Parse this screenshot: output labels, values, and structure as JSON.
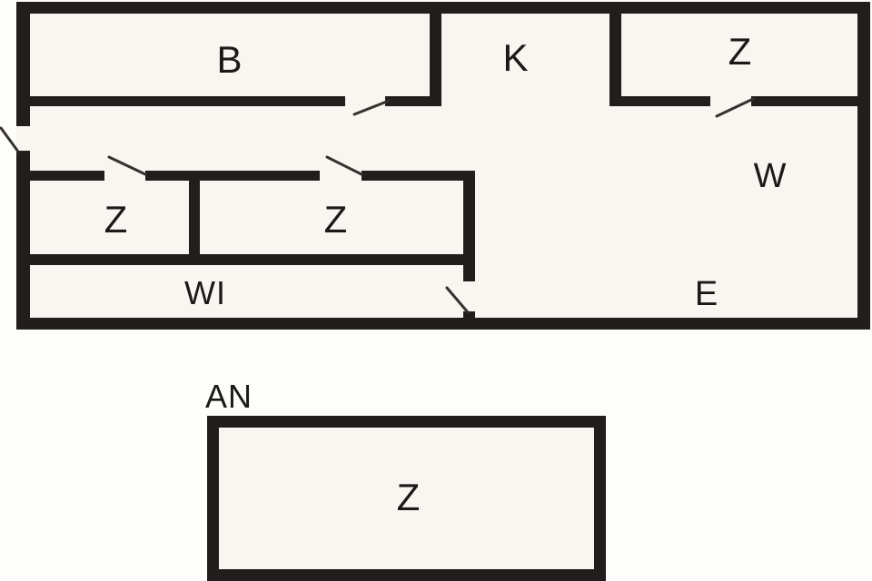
{
  "colors": {
    "wall": "#211e1d",
    "floor": "#f8f6f0",
    "background": "#fdfdfb",
    "door_line": "#35312e",
    "label": "#1c1a18"
  },
  "floor_plan": {
    "main": {
      "rooms": {
        "b": {
          "label": "B"
        },
        "k": {
          "label": "K"
        },
        "z_top_right": {
          "label": "Z"
        },
        "w_hall": {
          "label": "W"
        },
        "z_left": {
          "label": "Z"
        },
        "z_middle": {
          "label": "Z"
        },
        "wi_corridor": {
          "label": "WI"
        },
        "e_area": {
          "label": "E"
        }
      }
    },
    "annex": {
      "title": "AN",
      "rooms": {
        "z": {
          "label": "Z"
        }
      }
    }
  }
}
